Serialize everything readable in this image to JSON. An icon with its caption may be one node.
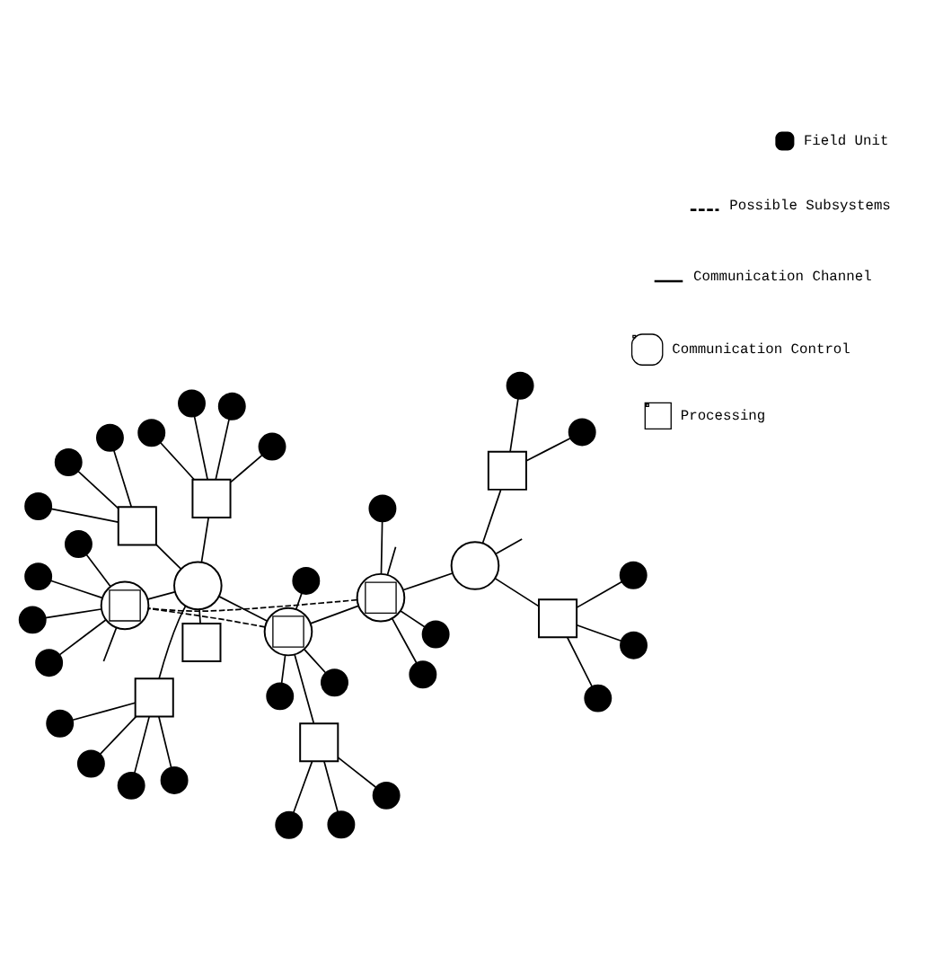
{
  "diagram": {
    "nodes": [
      {
        "text": [],
        "shape": "dot"
      },
      {
        "text": [],
        "shape": "dot"
      },
      {
        "text": [],
        "shape": "dot"
      },
      {
        "text": [],
        "shape": "dot"
      },
      {
        "text": [],
        "shape": "dot"
      },
      {
        "text": [],
        "shape": "dot"
      },
      {
        "text": [],
        "shape": "dot"
      },
      {
        "text": [],
        "shape": "dot"
      },
      {
        "text": [],
        "shape": "dot"
      },
      {
        "text": [],
        "shape": "boxcircle"
      },
      {
        "text": [],
        "shape": "boxcircle"
      },
      {
        "text": [],
        "shape": "box"
      },
      {
        "text": [],
        "shape": "dot"
      },
      {
        "text": [],
        "shape": "dot"
      },
      {
        "text": [],
        "shape": "dot"
      },
      {
        "text": [],
        "shape": "box"
      },
      {
        "text": [],
        "shape": "dot"
      },
      {
        "text": [],
        "shape": "dot"
      },
      {
        "text": [],
        "shape": "box"
      },
      {
        "text": [],
        "shape": "dot"
      },
      {
        "text": [],
        "shape": "circle"
      },
      {
        "text": [],
        "shape": "box"
      },
      {
        "text": [],
        "shape": "circle"
      },
      {
        "text": [],
        "shape": "dot"
      },
      {
        "text": [],
        "shape": "dot"
      },
      {
        "text": [],
        "shape": "box"
      },
      {
        "text": [],
        "shape": "dot"
      },
      {
        "text": [],
        "shape": "dot"
      },
      {
        "text": [],
        "shape": "box"
      },
      {
        "text": [],
        "shape": "box"
      },
      {
        "text": [],
        "shape": "boxcircle"
      },
      {
        "text": [],
        "shape": "dot"
      },
      {
        "text": [],
        "shape": "dot"
      },
      {
        "text": [],
        "shape": "dot"
      },
      {
        "text": [],
        "shape": "dot"
      },
      {
        "text": [],
        "shape": "dot"
      },
      {
        "text": [],
        "shape": "dot"
      },
      {
        "text": [],
        "shape": "dot"
      },
      {
        "text": [],
        "shape": "dot"
      },
      {
        "text": [],
        "shape": "dot"
      },
      {
        "text": [],
        "shape": "dot"
      }
    ],
    "edges": [
      {
        "from": 11,
        "to": 4,
        "arrow": "none"
      },
      {
        "from": 11,
        "to": 5,
        "arrow": "none"
      },
      {
        "from": 11,
        "to": 8,
        "arrow": "none"
      },
      {
        "from": 11,
        "to": 9,
        "arrow": "none"
      },
      {
        "from": 9,
        "to": 0,
        "arrow": "none"
      },
      {
        "from": 9,
        "to": 1,
        "arrow": "none"
      },
      {
        "from": 9,
        "to": 7,
        "arrow": "none"
      },
      {
        "from": 9,
        "to": 10,
        "arrow": "none"
      },
      {
        "from": 9,
        "to": 20,
        "arrow": "none"
      },
      {
        "from": 9,
        "to": 30,
        "arrow": "none",
        "style": "dashed"
      },
      {
        "from": 10,
        "to": 2,
        "arrow": "none"
      },
      {
        "from": 10,
        "to": 3,
        "arrow": "none"
      },
      {
        "from": 10,
        "to": 6,
        "arrow": "none"
      },
      {
        "from": 10,
        "to": null,
        "arrow": "none"
      },
      {
        "from": 10,
        "to": 22,
        "arrow": "none"
      },
      {
        "from": 10,
        "to": 30,
        "arrow": "none",
        "style": "dashed"
      },
      {
        "from": 15,
        "to": 20,
        "arrow": "none"
      },
      {
        "from": 25,
        "to": 20,
        "arrow": "none"
      },
      {
        "from": 20,
        "to": 21,
        "arrow": "none"
      },
      {
        "from": 20,
        "to": 29,
        "arrow": "none"
      },
      {
        "from": 20,
        "to": 30,
        "arrow": "none"
      },
      {
        "from": 15,
        "to": 12,
        "arrow": "none"
      },
      {
        "from": 15,
        "to": 14,
        "arrow": "none"
      },
      {
        "from": 15,
        "to": 17,
        "arrow": "none"
      },
      {
        "from": 25,
        "to": 19,
        "arrow": "none"
      },
      {
        "from": 25,
        "to": 23,
        "arrow": "none"
      },
      {
        "from": 25,
        "to": 26,
        "arrow": "none"
      },
      {
        "from": 25,
        "to": 27,
        "arrow": "none"
      },
      {
        "from": 29,
        "to": 31,
        "arrow": "none"
      },
      {
        "from": 29,
        "to": 35,
        "arrow": "none"
      },
      {
        "from": 29,
        "to": 36,
        "arrow": "none"
      },
      {
        "from": 29,
        "to": 32,
        "arrow": "none"
      },
      {
        "from": 30,
        "to": 38,
        "arrow": "none"
      },
      {
        "from": 30,
        "to": 39,
        "arrow": "none"
      },
      {
        "from": 30,
        "to": 40,
        "arrow": "none"
      },
      {
        "from": 30,
        "to": 37,
        "arrow": "none"
      },
      {
        "from": 30,
        "to": null,
        "arrow": "none"
      },
      {
        "from": 18,
        "to": 13,
        "arrow": "none"
      },
      {
        "from": 18,
        "to": 16,
        "arrow": "none"
      },
      {
        "from": 18,
        "to": 24,
        "arrow": "none"
      },
      {
        "from": 18,
        "to": 22,
        "arrow": "none"
      },
      {
        "from": 22,
        "to": null,
        "arrow": "none"
      },
      {
        "from": 22,
        "to": 28,
        "arrow": "none"
      },
      {
        "from": 28,
        "to": 33,
        "arrow": "none"
      },
      {
        "from": 28,
        "to": 34,
        "arrow": "none"
      }
    ],
    "legend": [
      {
        "text": "Processing"
      },
      {
        "text": "Communication Control"
      },
      {
        "text": "Communication Channel"
      },
      {
        "text": "Possible Subsystems"
      },
      {
        "text": "Field Unit"
      }
    ]
  }
}
